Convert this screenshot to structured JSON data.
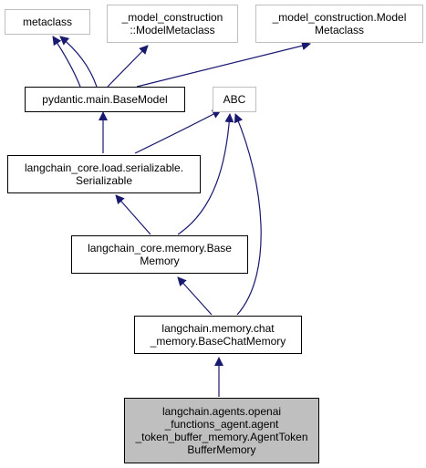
{
  "nodes": {
    "metaclass": {
      "lines": [
        "metaclass"
      ]
    },
    "model_construction_metaclass": {
      "lines": [
        "_model_construction",
        "::ModelMetaclass"
      ]
    },
    "model_construction_model_metaclass": {
      "lines": [
        "_model_construction.Model",
        "Metaclass"
      ]
    },
    "base_model": {
      "lines": [
        "pydantic.main.BaseModel"
      ]
    },
    "abc": {
      "lines": [
        "ABC"
      ]
    },
    "serializable": {
      "lines": [
        "langchain_core.load.serializable.",
        "Serializable"
      ]
    },
    "base_memory": {
      "lines": [
        "langchain_core.memory.Base",
        "Memory"
      ]
    },
    "base_chat_memory": {
      "lines": [
        "langchain.memory.chat",
        "_memory.BaseChatMemory"
      ]
    },
    "agent_token_buffer_memory": {
      "lines": [
        "langchain.agents.openai",
        "_functions_agent.agent",
        "_token_buffer_memory.AgentToken",
        "BufferMemory"
      ]
    }
  },
  "colors": {
    "edge": "#191970",
    "external_border": "#bfbfbf",
    "highlight_fill": "#bfbfbf"
  }
}
